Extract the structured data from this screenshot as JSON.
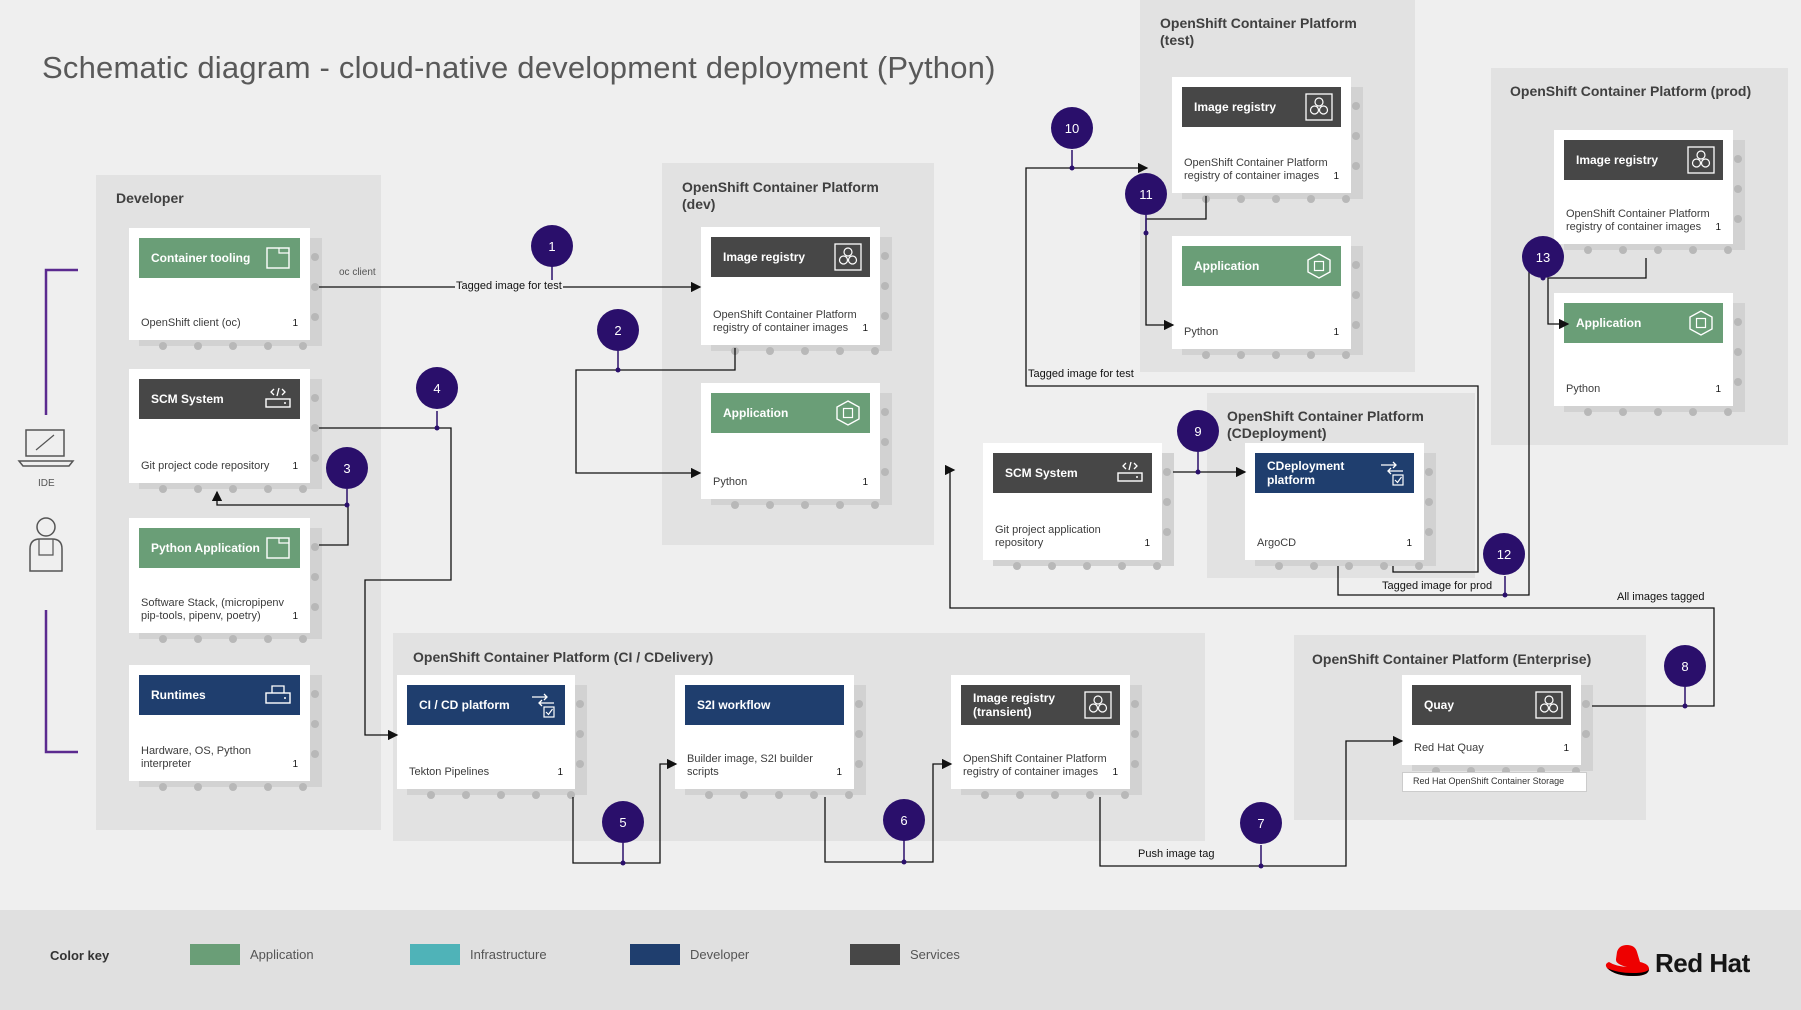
{
  "title": "Schematic diagram - cloud-native development deployment (Python)",
  "colors": {
    "application": "#6a9e77",
    "infrastructure": "#4fb3b8",
    "developer": "#1f3e6e",
    "services": "#474747",
    "badge": "#2a0f6b",
    "line": "#111111",
    "ide_bracket": "#5b2a8f"
  },
  "panels": {
    "developer": "Developer",
    "dev": "OpenShift Container Platform (dev)",
    "cicd": "OpenShift Container Platform (CI / CDelivery)",
    "test": "OpenShift Container Platform (test)",
    "prod": "OpenShift Container Platform (prod)",
    "cdeploy": "OpenShift Container Platform (CDeployment)",
    "enterprise": "OpenShift Container Platform (Enterprise)"
  },
  "cards": {
    "container_tooling": {
      "head": "Container tooling",
      "desc": "OpenShift client (oc)",
      "num": "1",
      "icon": "window-icon"
    },
    "scm_dev": {
      "head": "SCM System",
      "desc": "Git project code repository",
      "num": "1",
      "icon": "code-server-icon"
    },
    "python_app": {
      "head": "Python Application",
      "desc": "Software Stack, (micropipenv pip-tools, pipenv, poetry)",
      "num": "1",
      "icon": "window-icon"
    },
    "runtimes": {
      "head": "Runtimes",
      "desc": "Hardware, OS, Python interpreter",
      "num": "1",
      "icon": "server-icon"
    },
    "image_registry_dev": {
      "head": "Image registry",
      "desc": "OpenShift Container Platform registry of container images",
      "num": "1",
      "icon": "hexagons-icon"
    },
    "application_dev": {
      "head": "Application",
      "desc": "Python",
      "num": "1",
      "icon": "hexagon-icon"
    },
    "cicd_platform": {
      "head": "CI / CD platform",
      "desc": "Tekton Pipelines",
      "num": "1",
      "icon": "pipeline-icon"
    },
    "s2i": {
      "head": "S2I workflow",
      "desc": "Builder image, S2I builder scripts",
      "num": "1",
      "icon": ""
    },
    "registry_transient": {
      "head": "Image registry (transient)",
      "desc": "OpenShift Container Platform registry of container images",
      "num": "1",
      "icon": "hexagons-icon"
    },
    "image_registry_test": {
      "head": "Image registry",
      "desc": "OpenShift Container Platform registry of container images",
      "num": "1",
      "icon": "hexagons-icon"
    },
    "application_test": {
      "head": "Application",
      "desc": "Python",
      "num": "1",
      "icon": "hexagon-icon"
    },
    "image_registry_prod": {
      "head": "Image registry",
      "desc": "OpenShift Container Platform registry of container images",
      "num": "1",
      "icon": "hexagons-icon"
    },
    "application_prod": {
      "head": "Application",
      "desc": "Python",
      "num": "1",
      "icon": "hexagon-icon"
    },
    "scm_app": {
      "head": "SCM System",
      "desc": "Git project application repository",
      "num": "1",
      "icon": "code-server-icon"
    },
    "cdeploy_platform": {
      "head": "CDeployment platform",
      "desc": "ArgoCD",
      "num": "1",
      "icon": "pipeline-icon"
    },
    "quay": {
      "head": "Quay",
      "desc": "Red Hat Quay",
      "num": "1",
      "icon": "hexagons-icon"
    }
  },
  "quay_storage": "Red Hat OpenShift Container Storage",
  "ide_label": "IDE",
  "labels": {
    "oc_client": "oc client",
    "tagged_test_1": "Tagged image for test",
    "tagged_test_2": "Tagged image for test",
    "tagged_prod": "Tagged image for prod",
    "all_tagged": "All images tagged",
    "push_tag": "Push image tag"
  },
  "badges": [
    "1",
    "2",
    "3",
    "4",
    "5",
    "6",
    "7",
    "8",
    "9",
    "10",
    "11",
    "12",
    "13"
  ],
  "color_key": {
    "title": "Color key",
    "items": [
      {
        "label": "Application",
        "color": "#6a9e77"
      },
      {
        "label": "Infrastructure",
        "color": "#4fb3b8"
      },
      {
        "label": "Developer",
        "color": "#1f3e6e"
      },
      {
        "label": "Services",
        "color": "#474747"
      }
    ]
  },
  "brand": "Red Hat"
}
